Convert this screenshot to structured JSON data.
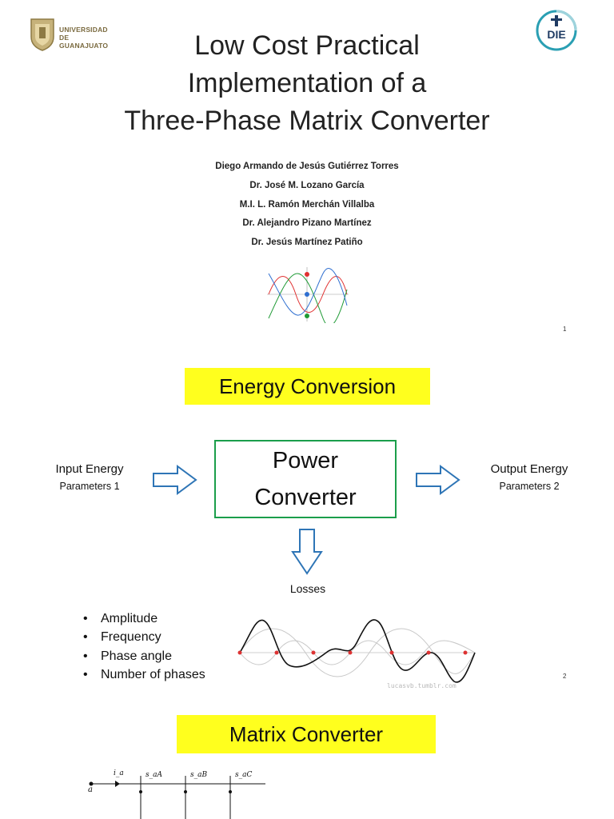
{
  "slide1": {
    "logo_text": [
      "UNIVERSIDAD DE",
      "GUANAJUATO"
    ],
    "die_logo_text": "DIE",
    "title_lines": [
      "Low Cost Practical",
      "Implementation of a",
      "Three-Phase Matrix Converter"
    ],
    "authors": [
      "Diego Armando de Jesús Gutiérrez Torres",
      "Dr. José M. Lozano García",
      "M.I. L. Ramón Merchán Villalba",
      "Dr. Alejandro Pizano Martínez",
      "Dr. Jesús Martínez Patiño"
    ],
    "page_number": "1",
    "phase_colors": [
      "#e03030",
      "#2f6fd0",
      "#1f9a35"
    ]
  },
  "slide2": {
    "heading": "Energy Conversion",
    "input_label": "Input Energy",
    "input_params": "Parameters 1",
    "converter_lines": [
      "Power",
      "Converter"
    ],
    "output_label": "Output Energy",
    "output_params": "Parameters 2",
    "losses_label": "Losses",
    "bullets": [
      "Amplitude",
      "Frequency",
      "Phase angle",
      "Number of phases"
    ],
    "watermark": "lucasvb.tumblr.com",
    "page_number": "2"
  },
  "slide3": {
    "heading": "Matrix Converter",
    "node_label": "a",
    "current_label": "i_a",
    "switch_labels": [
      "s_aA",
      "s_aB",
      "s_aC"
    ]
  },
  "colors": {
    "banner": "#ffff1e",
    "converter_border": "#1b9e4b",
    "arrow": "#2e75b6"
  }
}
